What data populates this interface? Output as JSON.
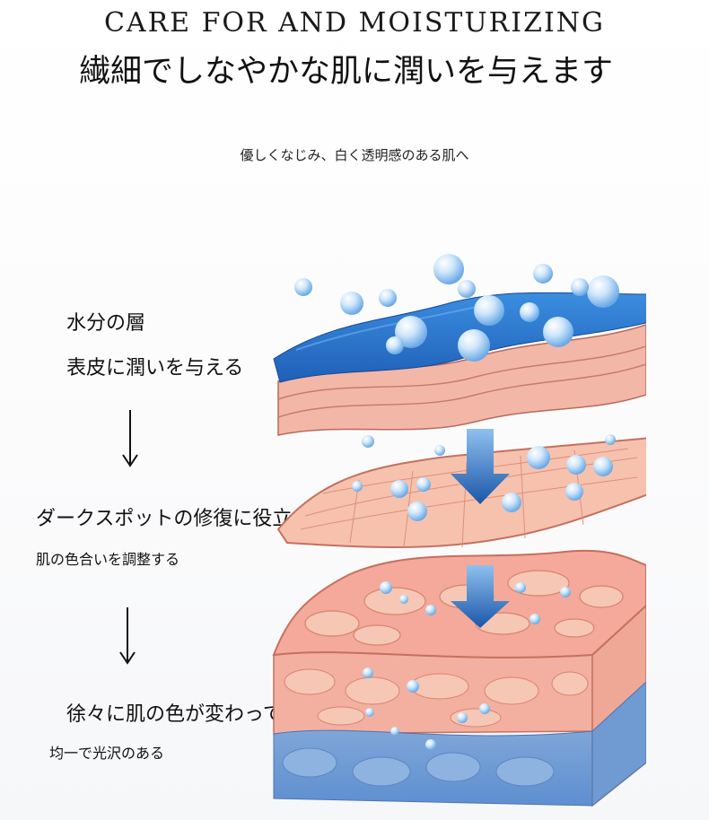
{
  "header": {
    "heading": "CARE FOR AND MOISTURIZING",
    "title": "繊細でしなやかな肌に潤いを与えます",
    "subtitle": "優しくなじみ、白く透明感のある肌へ"
  },
  "steps": [
    {
      "label": "水分の層",
      "description": "表皮に潤いを与える"
    },
    {
      "label": "ダークスポットの修復に役立ちます",
      "description": "肌の色合いを調整する"
    },
    {
      "label": "徐々に肌の色が変わっていく",
      "description": "均一で光沢のある"
    }
  ],
  "colors": {
    "water_blue": "#2a74c8",
    "skin_pink": "#f0a89a",
    "flow_arrow": "#1e5fb0",
    "deep_blue": "#6f9ad2"
  },
  "icons": [
    "down-arrow-icon",
    "water-droplet-icon",
    "skin-layer-illustration"
  ]
}
